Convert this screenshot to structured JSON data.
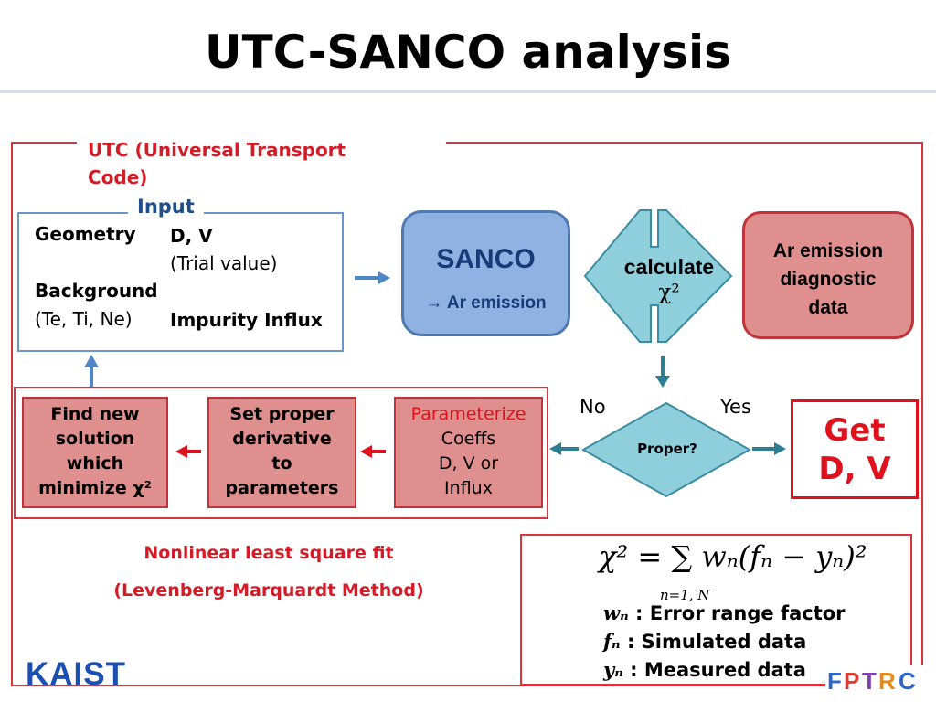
{
  "title": "UTC-SANCO analysis",
  "utc_label": "UTC (Universal Transport Code)",
  "input": {
    "label": "Input",
    "geometry": "Geometry",
    "dv": "D, V",
    "trial": "(Trial value)",
    "background": "Background",
    "te_ti_ne": "(Te, Ti, Ne)",
    "impurity": "Impurity Influx"
  },
  "sanco": {
    "title": "SANCO",
    "subtitle": "→ Ar emission"
  },
  "calculate": {
    "line1": "calculate",
    "line2": "χ²"
  },
  "ar_emission": {
    "line1": "Ar emission",
    "line2": "diagnostic",
    "line3": "data"
  },
  "decision": {
    "label": "Proper?",
    "no": "No",
    "yes": "Yes"
  },
  "result": {
    "line1": "Get",
    "line2": "D, V"
  },
  "steps": [
    {
      "lines": [
        "Find new",
        "solution",
        "which",
        "minimize χ²"
      ]
    },
    {
      "lines": [
        "Set proper",
        "derivative",
        "to",
        "parameters"
      ]
    },
    {
      "red": "Parameterize",
      "lines": [
        "Coeffs",
        "D, V or",
        "Influx"
      ]
    }
  ],
  "method": {
    "line1": "Nonlinear least square fit",
    "line2": "(Levenberg-Marquardt Method)"
  },
  "formula": {
    "expression": "χ² = ∑ wₙ(fₙ − yₙ)²",
    "sum_index": "n=1, N"
  },
  "legend": [
    {
      "symbol": "wₙ",
      "text": " : Error range factor"
    },
    {
      "symbol": "fₙ",
      "text": " : Simulated data"
    },
    {
      "symbol": "yₙ",
      "text": " : Measured data"
    }
  ],
  "logos": {
    "kaist": "KAIST",
    "fptrc": "FPTRC"
  },
  "colors": {
    "red": "#d9333f",
    "blue": "#4f79b0",
    "teal": "#8fcfdc",
    "arrow_teal": "#2e7f94"
  }
}
